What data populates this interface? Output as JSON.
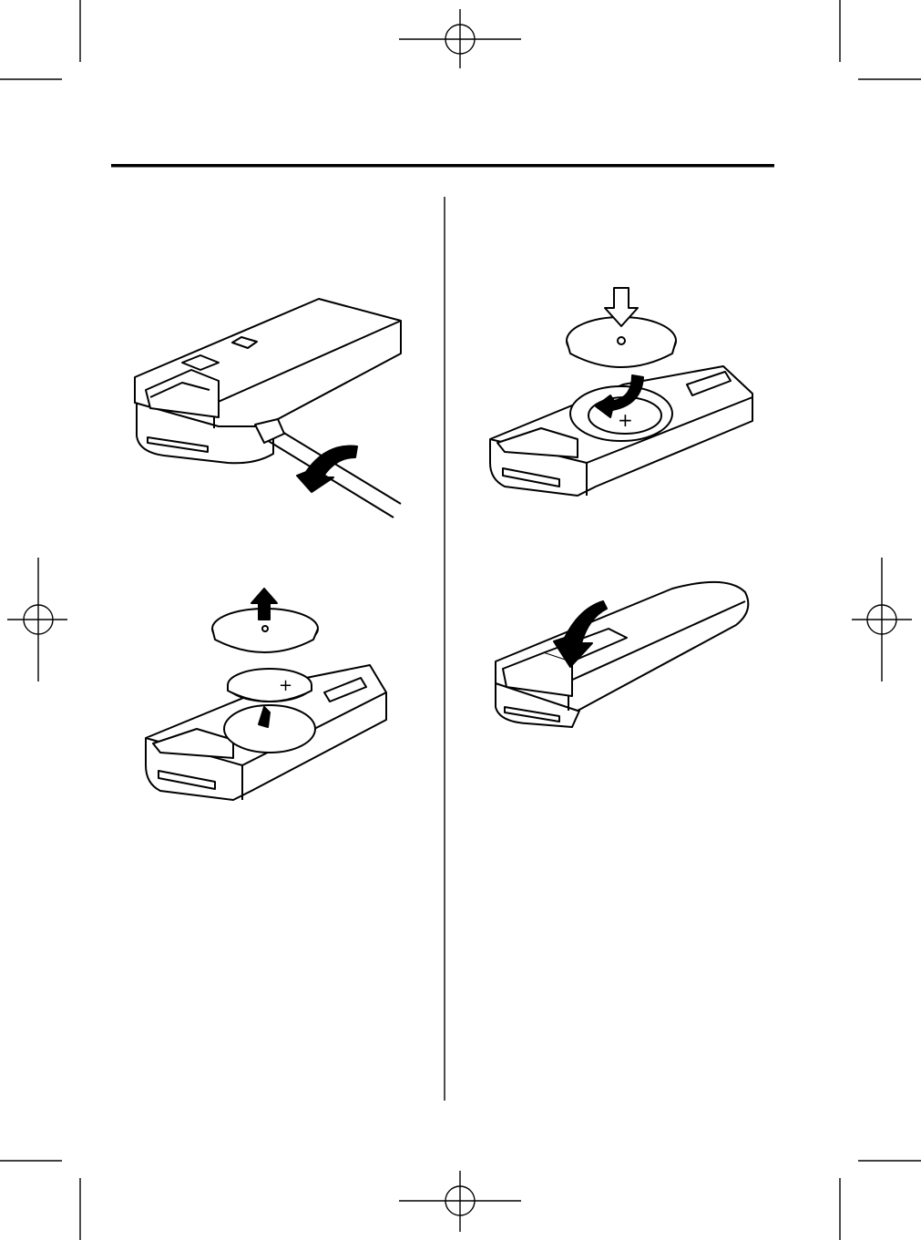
{
  "page": {
    "figures": [
      {
        "id": "fig-pry-cover",
        "icon": "screwdriver-pry-cover-illustration",
        "arrow": "curved-arrow-icon"
      },
      {
        "id": "fig-remove-battery",
        "icon": "battery-removal-illustration",
        "arrow": "up-arrow-icon"
      },
      {
        "id": "fig-insert-battery",
        "icon": "battery-insertion-illustration",
        "arrow": "down-arrow-icon",
        "battery_symbol": "+"
      },
      {
        "id": "fig-close-cover",
        "icon": "cover-closing-illustration",
        "arrow": "curved-down-arrow-icon"
      }
    ],
    "colors": {
      "ink": "#000000",
      "paper": "#ffffff"
    }
  }
}
